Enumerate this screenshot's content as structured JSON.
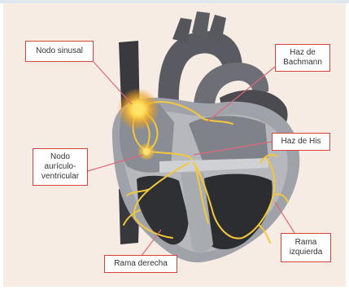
{
  "labels": {
    "sa_node": "Nodo sinusal",
    "bachmann": "Haz de\nBachmann",
    "av_node": "Nodo\naurículo-\nventricular",
    "his": "Haz de His",
    "right_branch": "Rama derecha",
    "left_branch": "Rama\nizquierda"
  },
  "colors": {
    "background": "#f7ece4",
    "label_border": "#d6413a",
    "leader_line": "#e0677a",
    "conduction": "#f3c83c",
    "heart_dark": "#3c3c40",
    "heart_mid": "#5f5f66",
    "heart_light": "#a5a8ad"
  }
}
